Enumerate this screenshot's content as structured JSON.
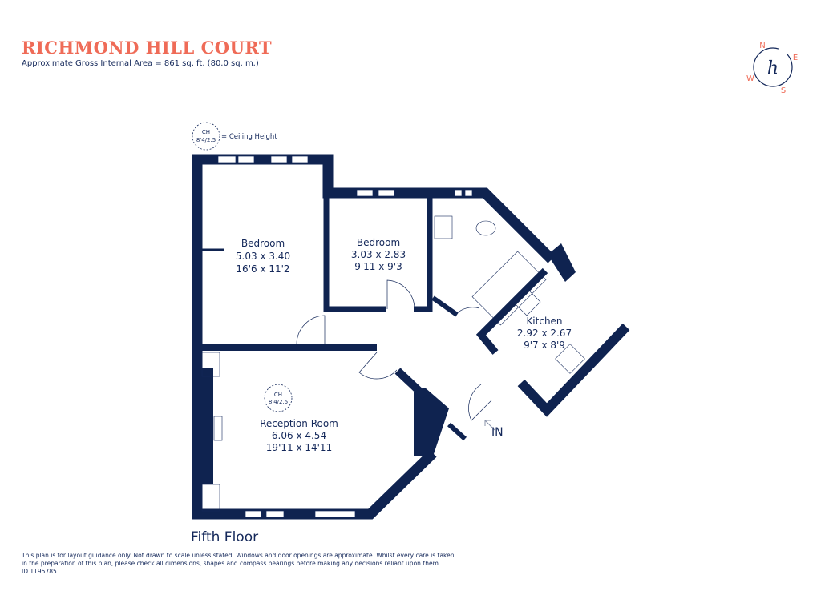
{
  "header": {
    "title": "RICHMOND HILL COURT",
    "area_text": "Approximate Gross Internal Area =  861 sq. ft. (80.0 sq. m.)"
  },
  "compass": {
    "n": "N",
    "e": "E",
    "s": "S",
    "w": "W",
    "logo_letter": "h"
  },
  "legend": {
    "ch_label": "CH",
    "ch_value": "8'4/2.5",
    "ch_text": "= Ceiling Height"
  },
  "rooms": [
    {
      "name": "Bedroom",
      "metric": "5.03 x 3.40",
      "imperial": "16'6 x 11'2"
    },
    {
      "name": "Bedroom",
      "metric": "3.03 x 2.83",
      "imperial": "9'11 x 9'3"
    },
    {
      "name": "Kitchen",
      "metric": "2.92 x 2.67",
      "imperial": "9'7 x 8'9"
    },
    {
      "name": "Reception Room",
      "metric": "6.06 x 4.54",
      "imperial": "19'11 x 14'11",
      "ch_label": "CH",
      "ch_value": "8'4/2.5"
    }
  ],
  "entrance_label": "IN",
  "floor_label": "Fifth Floor",
  "colors": {
    "wall": "#0f2350",
    "title": "#ef6b57",
    "text": "#14285a"
  },
  "disclaimer": {
    "line1": "This plan is for layout guidance only. Not drawn to scale unless stated. Windows and door openings are approximate. Whilst every care is taken",
    "line2": "in the preparation of this plan, please check all dimensions, shapes and compass bearings before making any decisions reliant upon them.",
    "id": "ID 1195785"
  }
}
